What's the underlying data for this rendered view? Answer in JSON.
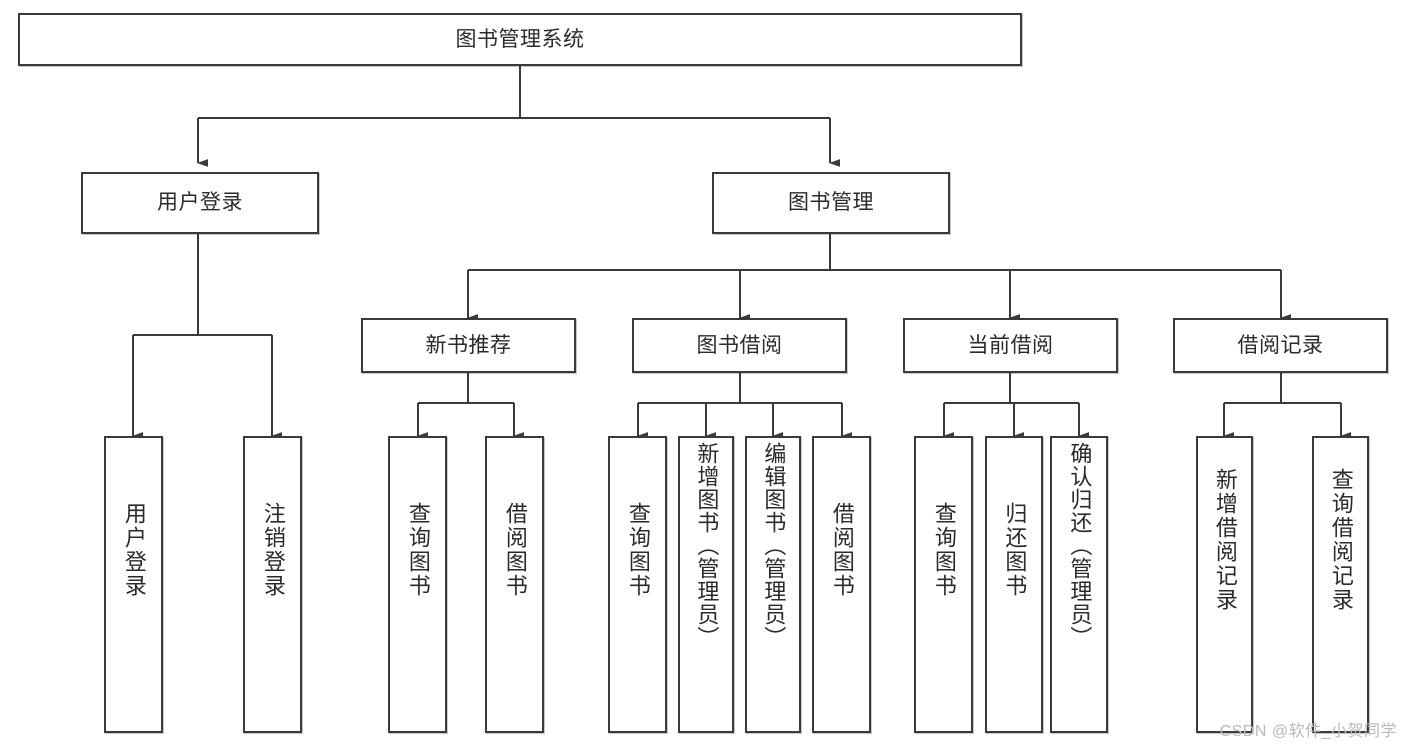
{
  "diagram": {
    "title": "图书管理系统",
    "type": "hierarchy-tree",
    "watermark": "CSDN @软件_小贺同学",
    "colors": {
      "stroke": "#3a3a3a",
      "fill": "#ffffff",
      "text": "#2b2b2b",
      "watermark": "#b9b9b9"
    },
    "levels": [
      {
        "level": 1,
        "nodes": [
          {
            "id": "root",
            "label": "图书管理系统",
            "orientation": "horizontal"
          }
        ]
      },
      {
        "level": 2,
        "nodes": [
          {
            "id": "login",
            "label": "用户登录",
            "orientation": "horizontal",
            "parent": "root"
          },
          {
            "id": "bookmgmt",
            "label": "图书管理",
            "orientation": "horizontal",
            "parent": "root"
          }
        ]
      },
      {
        "level": 3,
        "nodes": [
          {
            "id": "newbook",
            "label": "新书推荐",
            "orientation": "horizontal",
            "parent": "bookmgmt"
          },
          {
            "id": "borrow",
            "label": "图书借阅",
            "orientation": "horizontal",
            "parent": "bookmgmt"
          },
          {
            "id": "current",
            "label": "当前借阅",
            "orientation": "horizontal",
            "parent": "bookmgmt"
          },
          {
            "id": "records",
            "label": "借阅记录",
            "orientation": "horizontal",
            "parent": "bookmgmt"
          }
        ]
      },
      {
        "level": 4,
        "nodes": [
          {
            "id": "leaf-user-login",
            "label": "用户登录",
            "orientation": "vertical",
            "parent": "login"
          },
          {
            "id": "leaf-user-logout",
            "label": "注销登录",
            "orientation": "vertical",
            "parent": "login"
          },
          {
            "id": "leaf-query-book-1",
            "label": "查询图书",
            "orientation": "vertical",
            "parent": "newbook"
          },
          {
            "id": "leaf-borrow-book-1",
            "label": "借阅图书",
            "orientation": "vertical",
            "parent": "newbook"
          },
          {
            "id": "leaf-query-book-2",
            "label": "查询图书",
            "orientation": "vertical",
            "parent": "borrow"
          },
          {
            "id": "leaf-add-book",
            "label": "新增图书（管理员）",
            "orientation": "vertical",
            "parent": "borrow"
          },
          {
            "id": "leaf-edit-book",
            "label": "编辑图书（管理员）",
            "orientation": "vertical",
            "parent": "borrow"
          },
          {
            "id": "leaf-borrow-book-2",
            "label": "借阅图书",
            "orientation": "vertical",
            "parent": "borrow"
          },
          {
            "id": "leaf-query-book-3",
            "label": "查询图书",
            "orientation": "vertical",
            "parent": "current"
          },
          {
            "id": "leaf-return-book",
            "label": "归还图书",
            "orientation": "vertical",
            "parent": "current"
          },
          {
            "id": "leaf-confirm-return",
            "label": "确认归还（管理员）",
            "orientation": "vertical",
            "parent": "current"
          },
          {
            "id": "leaf-add-record",
            "label": "新增借阅记录",
            "orientation": "vertical",
            "parent": "records"
          },
          {
            "id": "leaf-query-record",
            "label": "查询借阅记录",
            "orientation": "vertical",
            "parent": "records"
          }
        ]
      }
    ]
  }
}
